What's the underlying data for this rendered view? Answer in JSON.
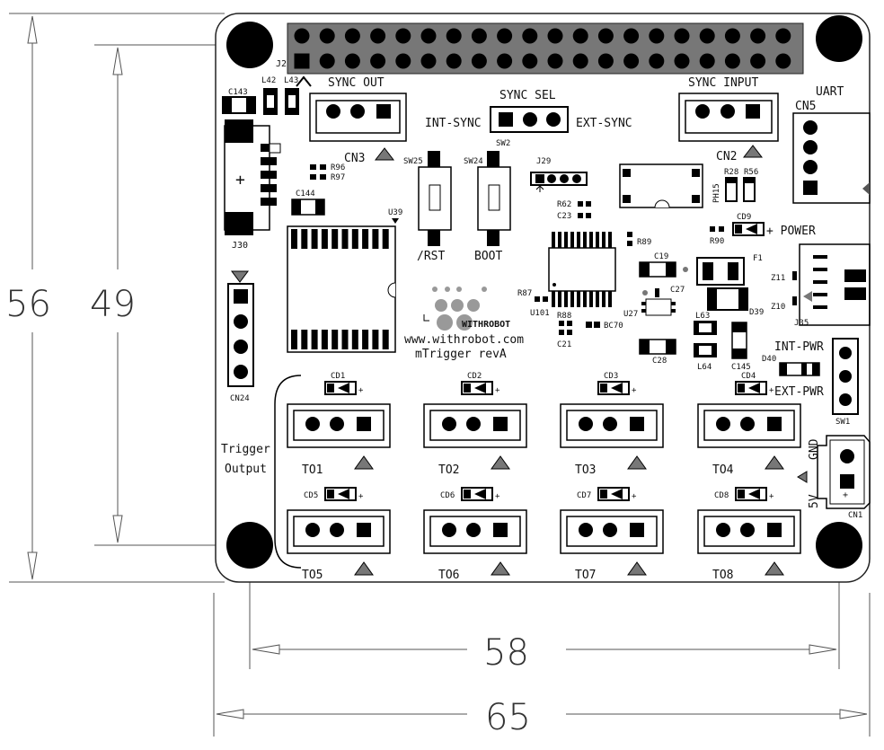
{
  "dimensions": {
    "total_height": "56",
    "hole_height": "49",
    "hole_width": "58",
    "total_width": "65"
  },
  "header": {
    "ref": "J2"
  },
  "connectors": {
    "sync_out": "SYNC OUT",
    "sync_out_ref": "CN3",
    "sync_sel": "SYNC SEL",
    "int_sync": "INT-SYNC",
    "ext_sync": "EXT-SYNC",
    "sync_input": "SYNC INPUT",
    "sync_input_ref": "CN2",
    "uart": "UART",
    "uart_ref": "CN5",
    "power": "POWER",
    "int_pwr": "INT-PWR",
    "ext_pwr": "EXT-PWR",
    "sw1": "SW1",
    "gnd": "GND",
    "v5": "5V",
    "cn1": "CN1",
    "cn24": "CN24",
    "j30": "J30",
    "j35": "J35",
    "j29": "J29"
  },
  "buttons": {
    "rst": "/RST",
    "rst_ref": "SW25",
    "boot": "BOOT",
    "boot_ref": "SW24",
    "sw2": "SW2"
  },
  "branding": {
    "logo_text": "WITHROBOT",
    "url": "www.withrobot.com",
    "product": "mTrigger revA"
  },
  "trigger": {
    "label_line1": "Trigger",
    "label_line2": "Output",
    "outputs": [
      "TO1",
      "TO2",
      "TO3",
      "TO4",
      "TO5",
      "TO6",
      "TO7",
      "TO8"
    ],
    "leds": [
      "CD1",
      "CD2",
      "CD3",
      "CD4",
      "CD5",
      "CD6",
      "CD7",
      "CD8"
    ]
  },
  "components": {
    "c143": "C143",
    "l42": "L42",
    "l43": "L43",
    "r96": "R96",
    "r97": "R97",
    "c144": "C144",
    "u39": "U39",
    "r62": "R62",
    "c23": "C23",
    "r89": "R89",
    "c19": "C19",
    "r87": "R87",
    "u101": "U101",
    "r88": "R88",
    "c21": "C21",
    "bc70": "BC70",
    "c27": "C27",
    "u27": "U27",
    "c28": "C28",
    "l63": "L63",
    "l64": "L64",
    "c145": "C145",
    "d39": "D39",
    "d40": "D40",
    "f1": "F1",
    "r28": "R28",
    "r56": "R56",
    "ph15": "PH15",
    "cd9": "CD9",
    "r90": "R90",
    "z11": "Z11",
    "z10": "Z10"
  }
}
